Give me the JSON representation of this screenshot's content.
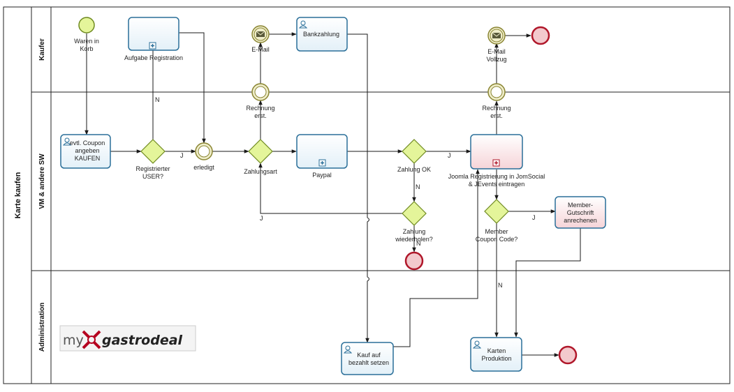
{
  "pool": {
    "label": "Karte kaufen"
  },
  "lanes": [
    {
      "id": "kaufer",
      "label": "Kaufer"
    },
    {
      "id": "vm",
      "label": "VM & andere SW"
    },
    {
      "id": "admin",
      "label": "Administration"
    }
  ],
  "logo": {
    "prefix": "my",
    "brand": "gastrodeal"
  },
  "events": {
    "start": {
      "label_1": "Waren in",
      "label_2": "Korb"
    },
    "email1": {
      "label_1": "E-Mail"
    },
    "email2": {
      "label_1": "E-Mail",
      "label_2": "Vollzug"
    },
    "rechnung1": {
      "label_1": "Rechnung",
      "label_2": "erst."
    },
    "rechnung2": {
      "label_1": "Rechnung",
      "label_2": "erst."
    },
    "erledigt": {
      "label_1": "erledigt"
    }
  },
  "tasks": {
    "aufgabe": {
      "label_1": "Aufgabe Registration"
    },
    "bankzahlung": {
      "label_1": "Bankzahlung"
    },
    "coupon": {
      "label_1": "evtl. Coupon",
      "label_2": "angeben",
      "label_3": "KAUFEN"
    },
    "paypal": {
      "label_1": "Paypal"
    },
    "joomla": {
      "label_1": "Joomla Registrierung in JomSocial",
      "label_2": "& JEvents eintragen"
    },
    "member": {
      "label_1": "Member-",
      "label_2": "Gutschrift",
      "label_3": "anrechenen"
    },
    "kauf": {
      "label_1": "Kauf auf",
      "label_2": "bezahlt setzen"
    },
    "karten": {
      "label_1": "Karten",
      "label_2": "Produktion"
    }
  },
  "gateways": {
    "registrierter": {
      "label_1": "Registrierter",
      "label_2": "USER?"
    },
    "zahlungsart": {
      "label_1": "Zahlungsart"
    },
    "zahlung_ok": {
      "label_1": "Zahlung OK"
    },
    "wiederholen": {
      "label_1": "Zahlung",
      "label_2": "wiederholen?"
    },
    "coupon_code": {
      "label_1": "Member",
      "label_2": "Coupon Code?"
    }
  },
  "flow_labels": {
    "reg_no": "N",
    "reg_yes": "J",
    "ok_yes": "J",
    "ok_no": "N",
    "wdh_yes": "J",
    "wdh_no": "N",
    "code_yes": "J",
    "code_no": "N"
  },
  "colors": {
    "task_stroke": "#2a6f99",
    "task_fill": "#eef6fb",
    "task_fill_pink": "#fbe3e6",
    "gateway_fill": "#e4f59a",
    "start_fill": "#e4f59a",
    "end_stroke": "#b0172a",
    "end_fill": "#f3c9cd",
    "intermediate_fill": "#efedc9",
    "intermediate_stroke": "#8a8533"
  }
}
